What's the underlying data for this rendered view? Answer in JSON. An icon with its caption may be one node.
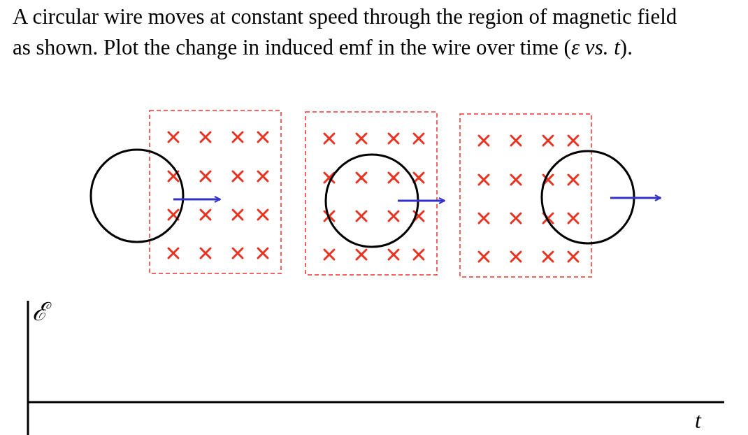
{
  "diagram": {
    "title": "A circular wire moves at constant speed through the region of magnetic field as shown. Plot the change in induced emf in the wire over time (*ε vs. t*).",
    "labels": [
      "ℰ",
      "t"
    ]
  }
}
